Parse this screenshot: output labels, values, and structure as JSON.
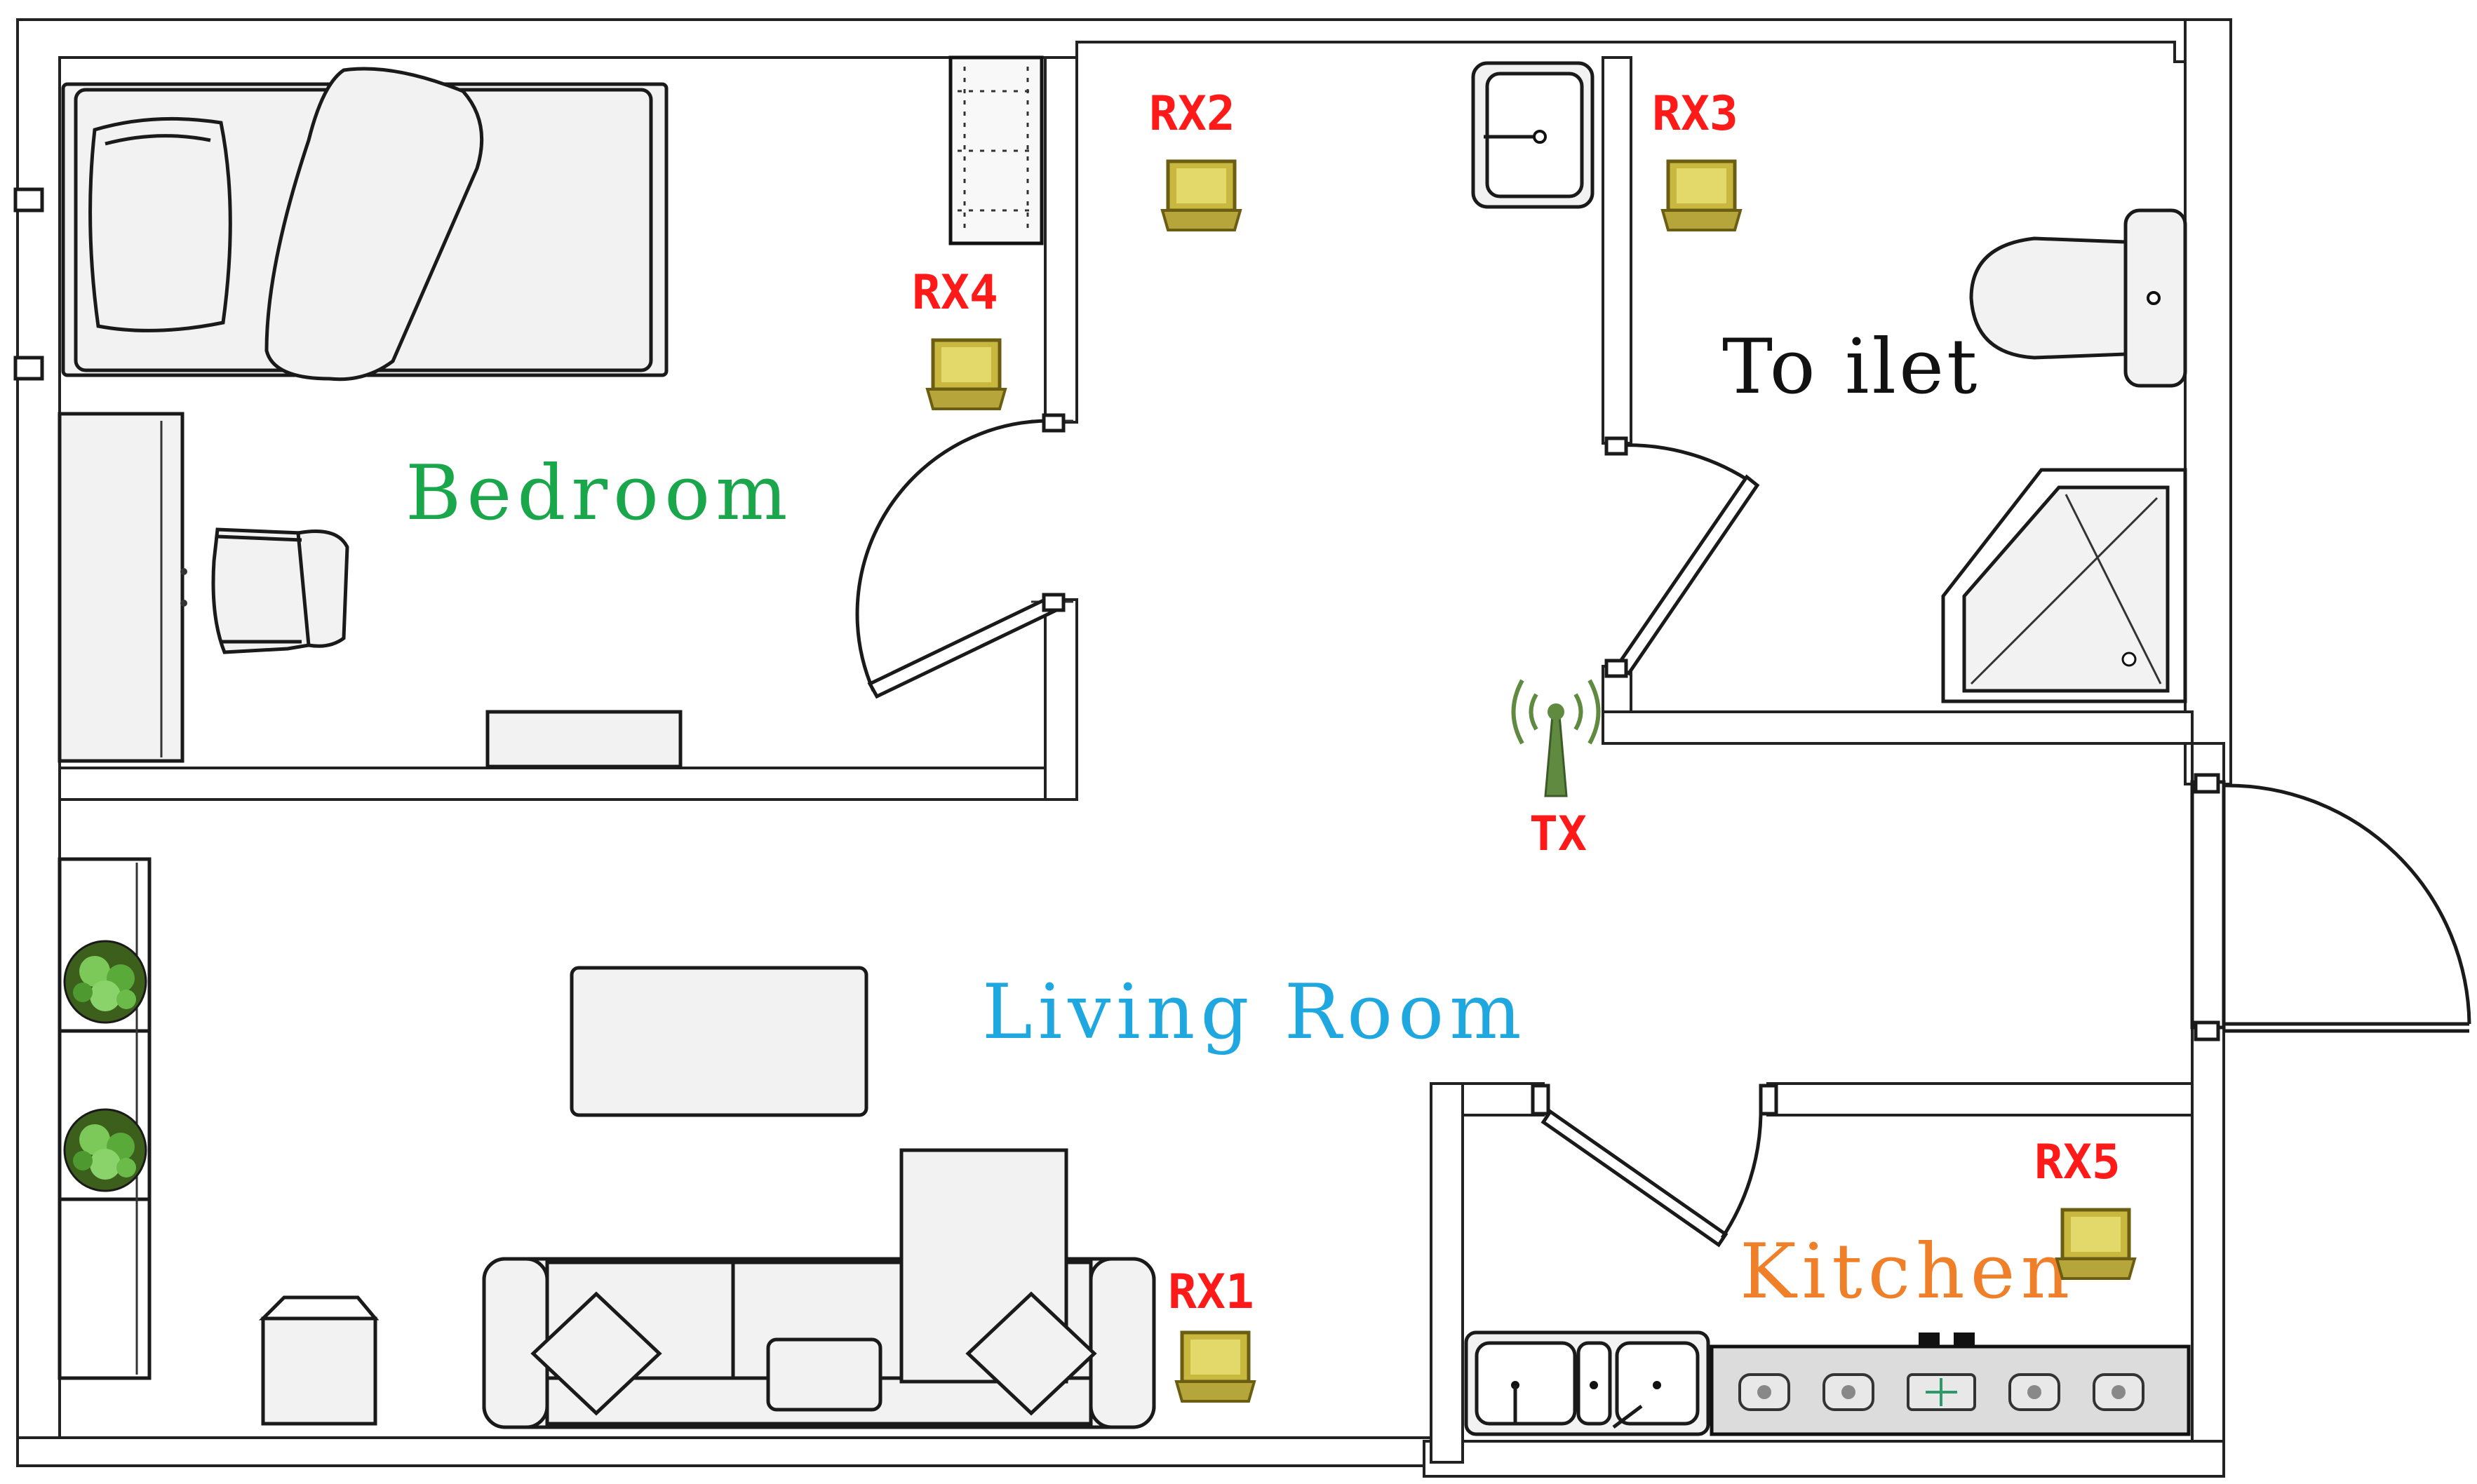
{
  "rooms": {
    "bedroom": "Bedroom",
    "toilet": "To ilet",
    "living_room": "Living Room",
    "kitchen": "Kitchen"
  },
  "receivers": {
    "rx1": "RX1",
    "rx2": "RX2",
    "rx3": "RX3",
    "rx4": "RX4",
    "rx5": "RX5"
  },
  "transmitter": "TX",
  "colors": {
    "bedroom_label": "#1aa64a",
    "toilet_label": "#111111",
    "living_label": "#1fa8e0",
    "kitchen_label": "#f07f2a",
    "device_label": "#ff1a1a",
    "receiver_icon": "#b5a53a",
    "antenna": "#5f8a3f",
    "plant": "#2e8b2e"
  },
  "icons": {
    "receiver": "laptop-icon",
    "transmitter": "antenna-tower-icon",
    "plant": "potted-plant-icon"
  }
}
